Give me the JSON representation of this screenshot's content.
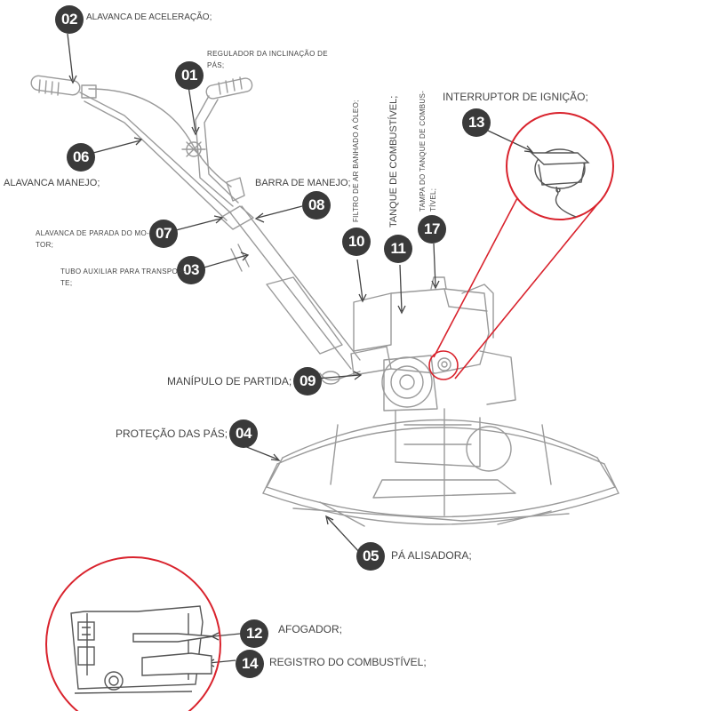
{
  "colors": {
    "badge": "#3a3a3a",
    "highlight_circle": "#d9232d",
    "line_art": "#9a9a9a",
    "text": "#444444"
  },
  "callouts": [
    {
      "id": "01",
      "label": "REGULADOR DA INCLINAÇÃO DE PÁS;"
    },
    {
      "id": "02",
      "label": "ALAVANCA DE ACELERAÇÃO;"
    },
    {
      "id": "03",
      "label_line1": "TUBO AUXILIAR PARA TRANSPOR-",
      "label_line2": "TE;"
    },
    {
      "id": "04",
      "label": "PROTEÇÃO DAS PÁS;"
    },
    {
      "id": "05",
      "label": "PÁ ALISADORA;"
    },
    {
      "id": "06",
      "label": "ALAVANCA MANEJO;"
    },
    {
      "id": "07",
      "label_line1": "ALAVANCA DE PARADA DO MO-",
      "label_line2": "TOR;"
    },
    {
      "id": "08",
      "label": "BARRA DE MANEJO;"
    },
    {
      "id": "09",
      "label": "MANÍPULO DE PARTIDA;"
    },
    {
      "id": "10",
      "label": "FILTRO DE AR BANHADO A ÓLEO;"
    },
    {
      "id": "11",
      "label": "TANQUE DE COMBUSTÍVEL;"
    },
    {
      "id": "12",
      "label": "AFOGADOR;"
    },
    {
      "id": "13",
      "label": "INTERRUPTOR DE IGNIÇÃO;"
    },
    {
      "id": "14",
      "label": "REGISTRO DO COMBUSTÍVEL;"
    },
    {
      "id": "17",
      "label_line1": "TAMPA DO TANQUE DE COMBUS-",
      "label_line2": "TÍVEL;"
    }
  ],
  "label01_line1": "REGULADOR DA INCLINAÇÃO DE",
  "label01_line2": "PÁS;"
}
